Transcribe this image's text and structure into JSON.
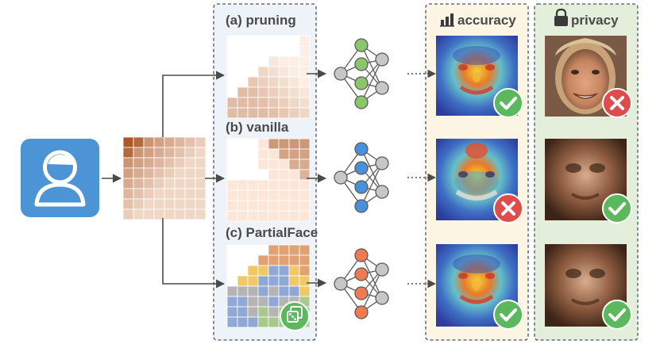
{
  "labels": {
    "pruning": "(a) pruning",
    "vanilla": "(b) vanilla",
    "partialface": "(c) PartialFace",
    "accuracy": "accuracy",
    "privacy": "privacy"
  },
  "icons": {
    "user": "user-avatar-icon",
    "accuracy": "bar-chart-icon",
    "privacy": "lock-icon",
    "success": "check-icon",
    "fail": "cross-icon",
    "random": "dice-icon"
  },
  "colors": {
    "panel_bg": "#eef3f9",
    "accuracy_bg": "#fcf5e4",
    "privacy_bg": "#e4efdb",
    "check": "#5cb85c",
    "cross": "#e04b4b",
    "user_blue": "#4d94d6",
    "peach": "#f6d9c4",
    "vanilla_node": "#4a90d9",
    "pruning_node": "#8cc66c",
    "partial_node": "#f07b52"
  },
  "rows": [
    {
      "id": "pruning",
      "accuracy_ok": true,
      "privacy_ok": false
    },
    {
      "id": "vanilla",
      "accuracy_ok": false,
      "privacy_ok": true
    },
    {
      "id": "partialface",
      "accuracy_ok": true,
      "privacy_ok": true
    }
  ]
}
